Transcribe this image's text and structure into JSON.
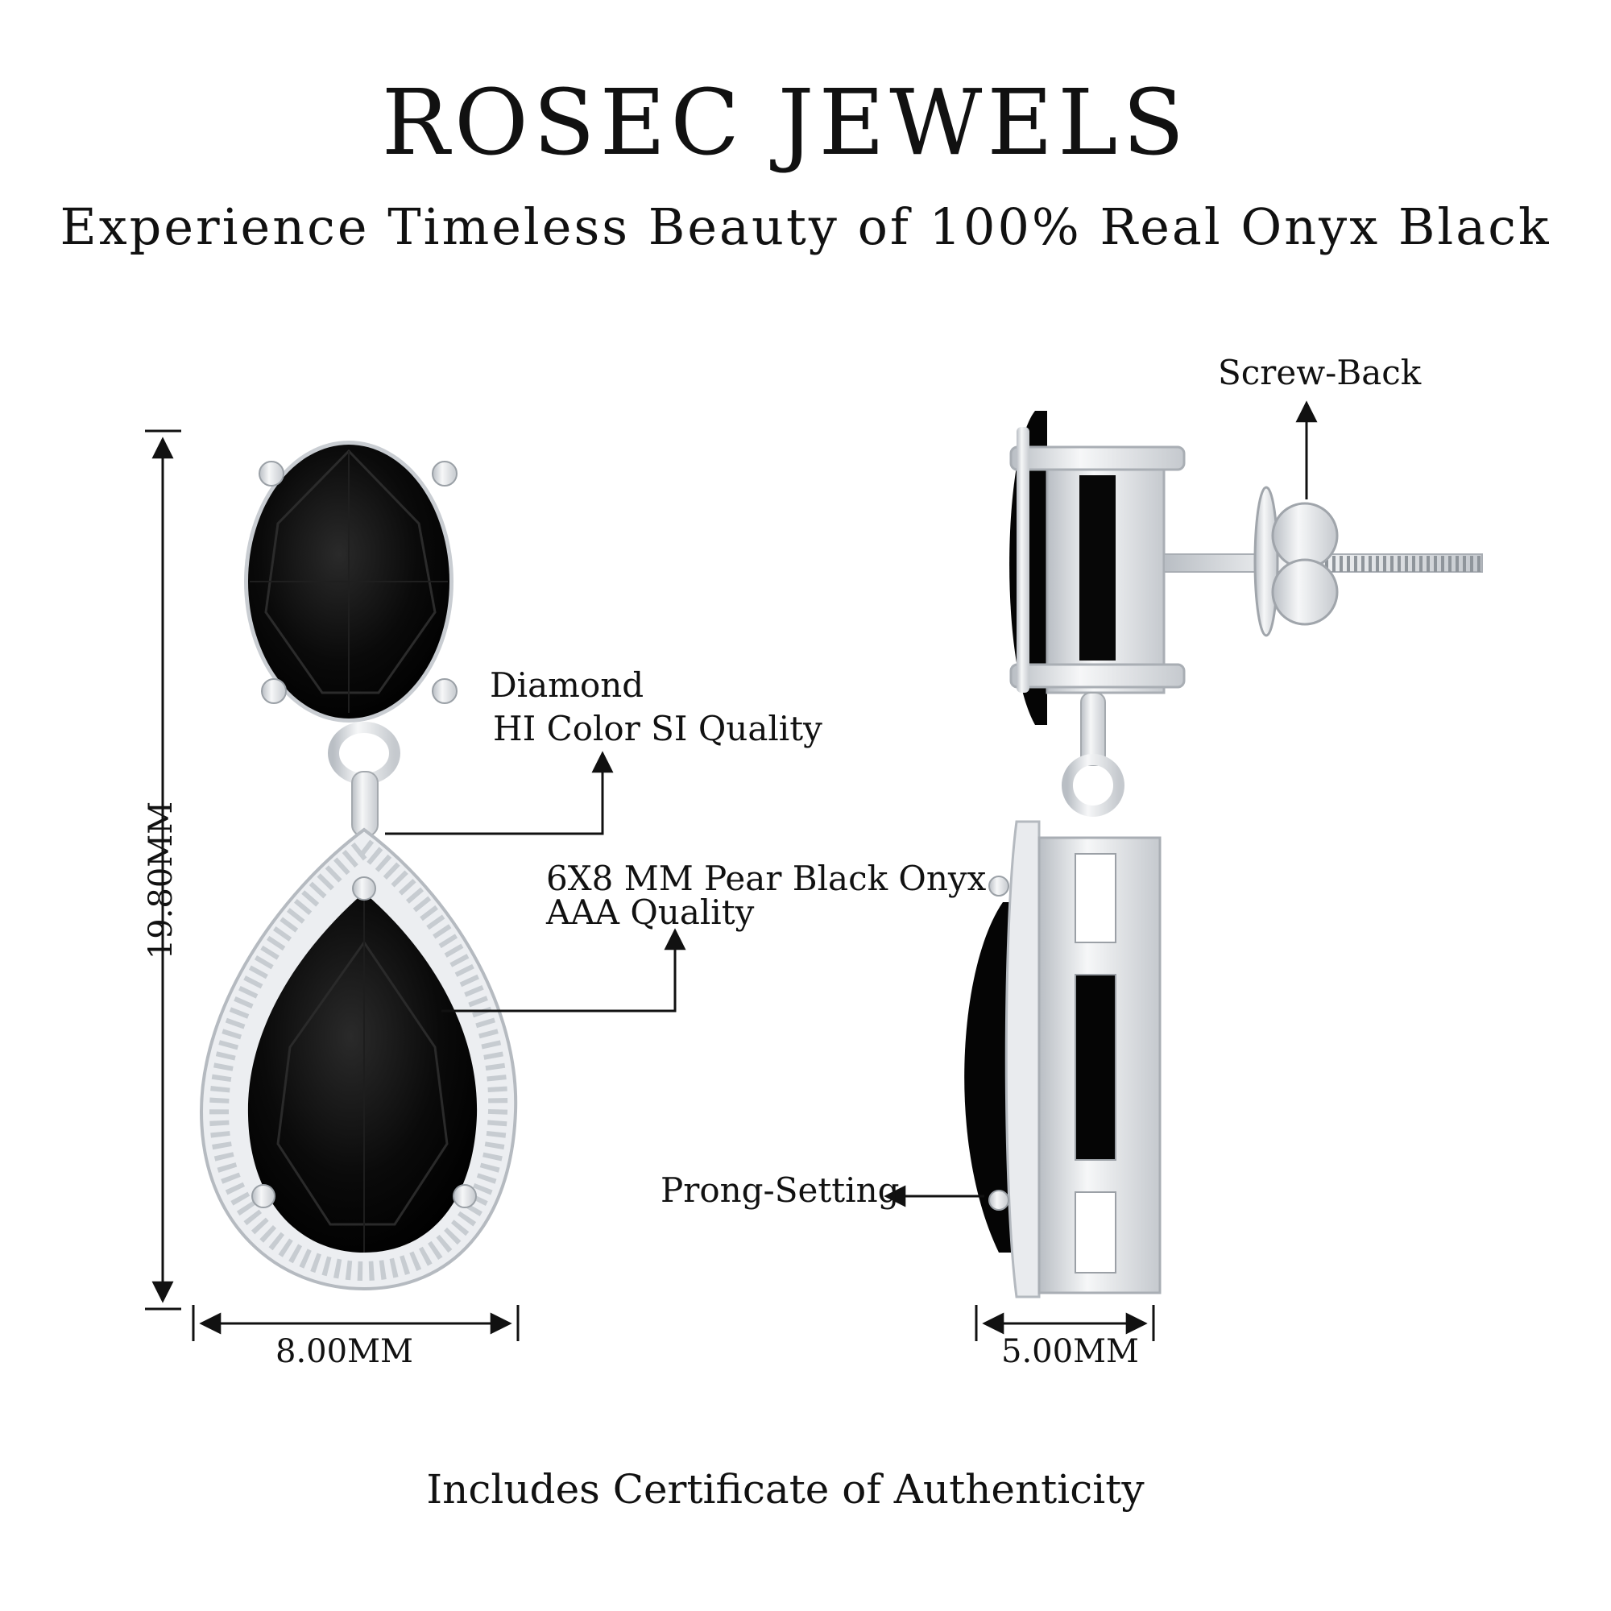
{
  "brand": "ROSEC JEWELS",
  "tagline": "Experience Timeless Beauty of 100% Real Onyx Black",
  "callouts": {
    "diamond_line1": "Diamond",
    "diamond_line2": "HI Color SI Quality",
    "stone_line1": "6X8 MM Pear  Black Onyx",
    "stone_line2": "AAA Quality",
    "screw_back": "Screw-Back",
    "prong_setting": "Prong-Setting"
  },
  "dimensions": {
    "height": "19.80MM",
    "width_front": "8.00MM",
    "width_side": "5.00MM"
  },
  "footer": "Includes Certificate of Authenticity",
  "colors": {
    "onyx": "#050505",
    "metal": "#e6e8eb",
    "diamond": "#f4f5f7",
    "line": "#111111"
  }
}
